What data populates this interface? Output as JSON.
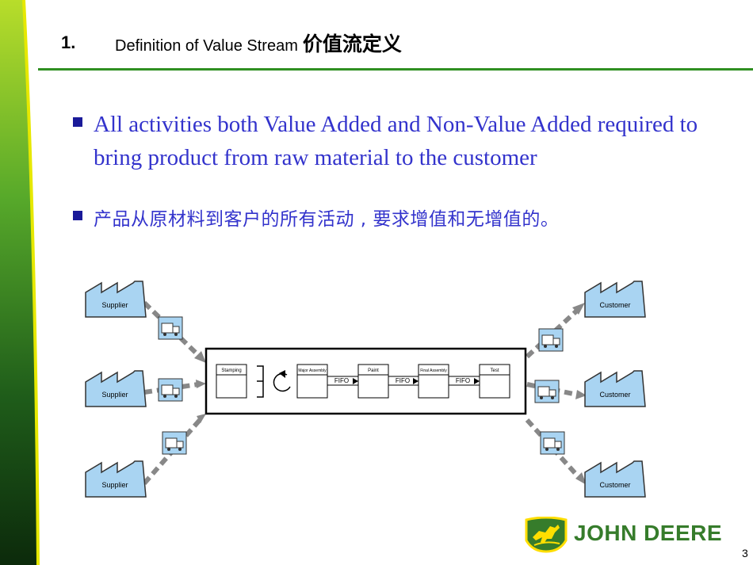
{
  "slide": {
    "number": "1.",
    "title": "Definition of Value Stream",
    "title_cn": "价值流定义",
    "page": "3"
  },
  "bullets": [
    "All activities both Value Added and Non-Value Added required to bring product from raw material to the customer",
    "产品从原材料到客户的所有活动 , 要求增值和无增值的。"
  ],
  "diagram": {
    "suppliers": [
      "Supplier",
      "Supplier",
      "Supplier"
    ],
    "customers": [
      "Customer",
      "Customer",
      "Customer"
    ],
    "processes": [
      "Stamping",
      "Major Assembly",
      "Paint",
      "Final Assembly",
      "Test"
    ],
    "fifo_label": "FIFO",
    "icons": [
      "factory-icon",
      "truck-icon",
      "inventory-icon",
      "push-arrow-icon"
    ]
  },
  "brand": {
    "name": "JOHN DEERE",
    "green": "#367c2b",
    "yellow": "#ffde00",
    "accent_blue": "#3333cc",
    "box_blue": "#a9d4f2"
  }
}
